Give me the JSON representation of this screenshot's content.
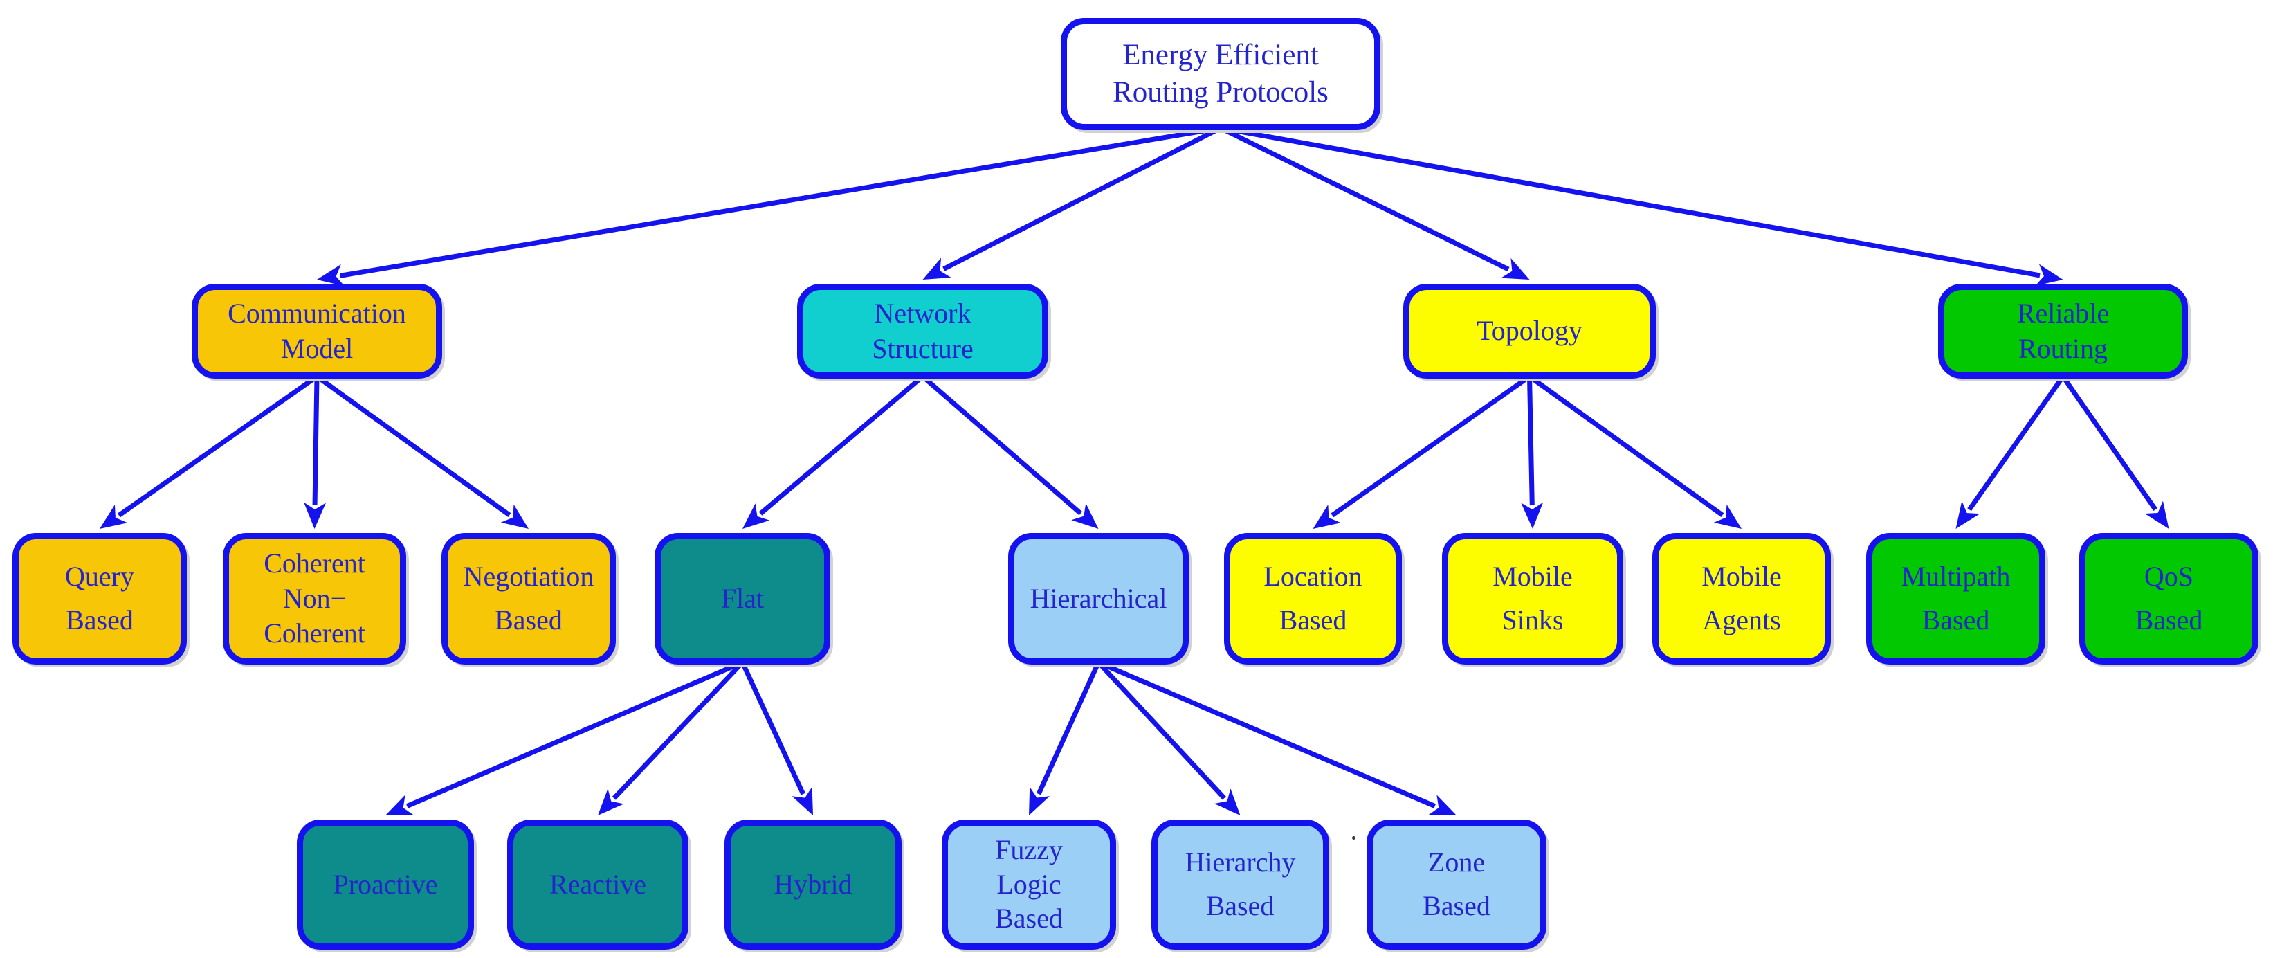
{
  "diagram": {
    "title": "Energy Efficient Routing Protocols",
    "palette": {
      "background": "#FFFFFF",
      "line_blue": "#1412EE",
      "text_blue": "#2424CC",
      "root_fill": "#FFFFFF",
      "gold": "#F7C607",
      "cyan": "#12CFCF",
      "yellow": "#FDFD00",
      "green": "#02C802",
      "teal": "#0E8C8C",
      "lightblue": "#9CCFF5"
    },
    "nodes": [
      {
        "id": "root",
        "lines": [
          "Energy Efficient",
          "Routing Protocols"
        ],
        "category": "root_fill"
      },
      {
        "id": "communication-model",
        "lines": [
          "Communication",
          "Model"
        ],
        "category": "gold"
      },
      {
        "id": "network-structure",
        "lines": [
          "Network",
          "Structure"
        ],
        "category": "cyan"
      },
      {
        "id": "topology",
        "lines": [
          "Topology"
        ],
        "category": "yellow"
      },
      {
        "id": "reliable-routing",
        "lines": [
          "Reliable",
          "Routing"
        ],
        "category": "green"
      },
      {
        "id": "query-based",
        "lines": [
          "Query",
          "Based"
        ],
        "category": "gold"
      },
      {
        "id": "coherent-non-coherent",
        "lines": [
          "Coherent",
          "Non−",
          "Coherent"
        ],
        "category": "gold"
      },
      {
        "id": "negotiation-based",
        "lines": [
          "Negotiation",
          "Based"
        ],
        "category": "gold"
      },
      {
        "id": "flat",
        "lines": [
          "Flat"
        ],
        "category": "teal"
      },
      {
        "id": "hierarchical",
        "lines": [
          "Hierarchical"
        ],
        "category": "lightblue"
      },
      {
        "id": "location-based",
        "lines": [
          "Location",
          "Based"
        ],
        "category": "yellow"
      },
      {
        "id": "mobile-sinks",
        "lines": [
          "Mobile",
          "Sinks"
        ],
        "category": "yellow"
      },
      {
        "id": "mobile-agents",
        "lines": [
          "Mobile",
          "Agents"
        ],
        "category": "yellow"
      },
      {
        "id": "multipath-based",
        "lines": [
          "Multipath",
          "Based"
        ],
        "category": "green"
      },
      {
        "id": "qos-based",
        "lines": [
          "QoS",
          "Based"
        ],
        "category": "green"
      },
      {
        "id": "proactive",
        "lines": [
          "Proactive"
        ],
        "category": "teal"
      },
      {
        "id": "reactive",
        "lines": [
          "Reactive"
        ],
        "category": "teal"
      },
      {
        "id": "hybrid",
        "lines": [
          "Hybrid"
        ],
        "category": "teal"
      },
      {
        "id": "fuzzy-logic-based",
        "lines": [
          "Fuzzy",
          "Logic",
          "Based"
        ],
        "category": "lightblue"
      },
      {
        "id": "hierarchy-based",
        "lines": [
          "Hierarchy",
          "Based"
        ],
        "category": "lightblue"
      },
      {
        "id": "zone-based",
        "lines": [
          "Zone",
          "Based"
        ],
        "category": "lightblue"
      }
    ],
    "edges": [
      {
        "from": "root",
        "to": "communication-model"
      },
      {
        "from": "root",
        "to": "network-structure"
      },
      {
        "from": "root",
        "to": "topology"
      },
      {
        "from": "root",
        "to": "reliable-routing"
      },
      {
        "from": "communication-model",
        "to": "query-based"
      },
      {
        "from": "communication-model",
        "to": "coherent-non-coherent"
      },
      {
        "from": "communication-model",
        "to": "negotiation-based"
      },
      {
        "from": "network-structure",
        "to": "flat"
      },
      {
        "from": "network-structure",
        "to": "hierarchical"
      },
      {
        "from": "topology",
        "to": "location-based"
      },
      {
        "from": "topology",
        "to": "mobile-sinks"
      },
      {
        "from": "topology",
        "to": "mobile-agents"
      },
      {
        "from": "reliable-routing",
        "to": "multipath-based"
      },
      {
        "from": "reliable-routing",
        "to": "qos-based"
      },
      {
        "from": "flat",
        "to": "proactive"
      },
      {
        "from": "flat",
        "to": "reactive"
      },
      {
        "from": "flat",
        "to": "hybrid"
      },
      {
        "from": "hierarchical",
        "to": "fuzzy-logic-based"
      },
      {
        "from": "hierarchical",
        "to": "hierarchy-based"
      },
      {
        "from": "hierarchical",
        "to": "zone-based"
      }
    ]
  }
}
